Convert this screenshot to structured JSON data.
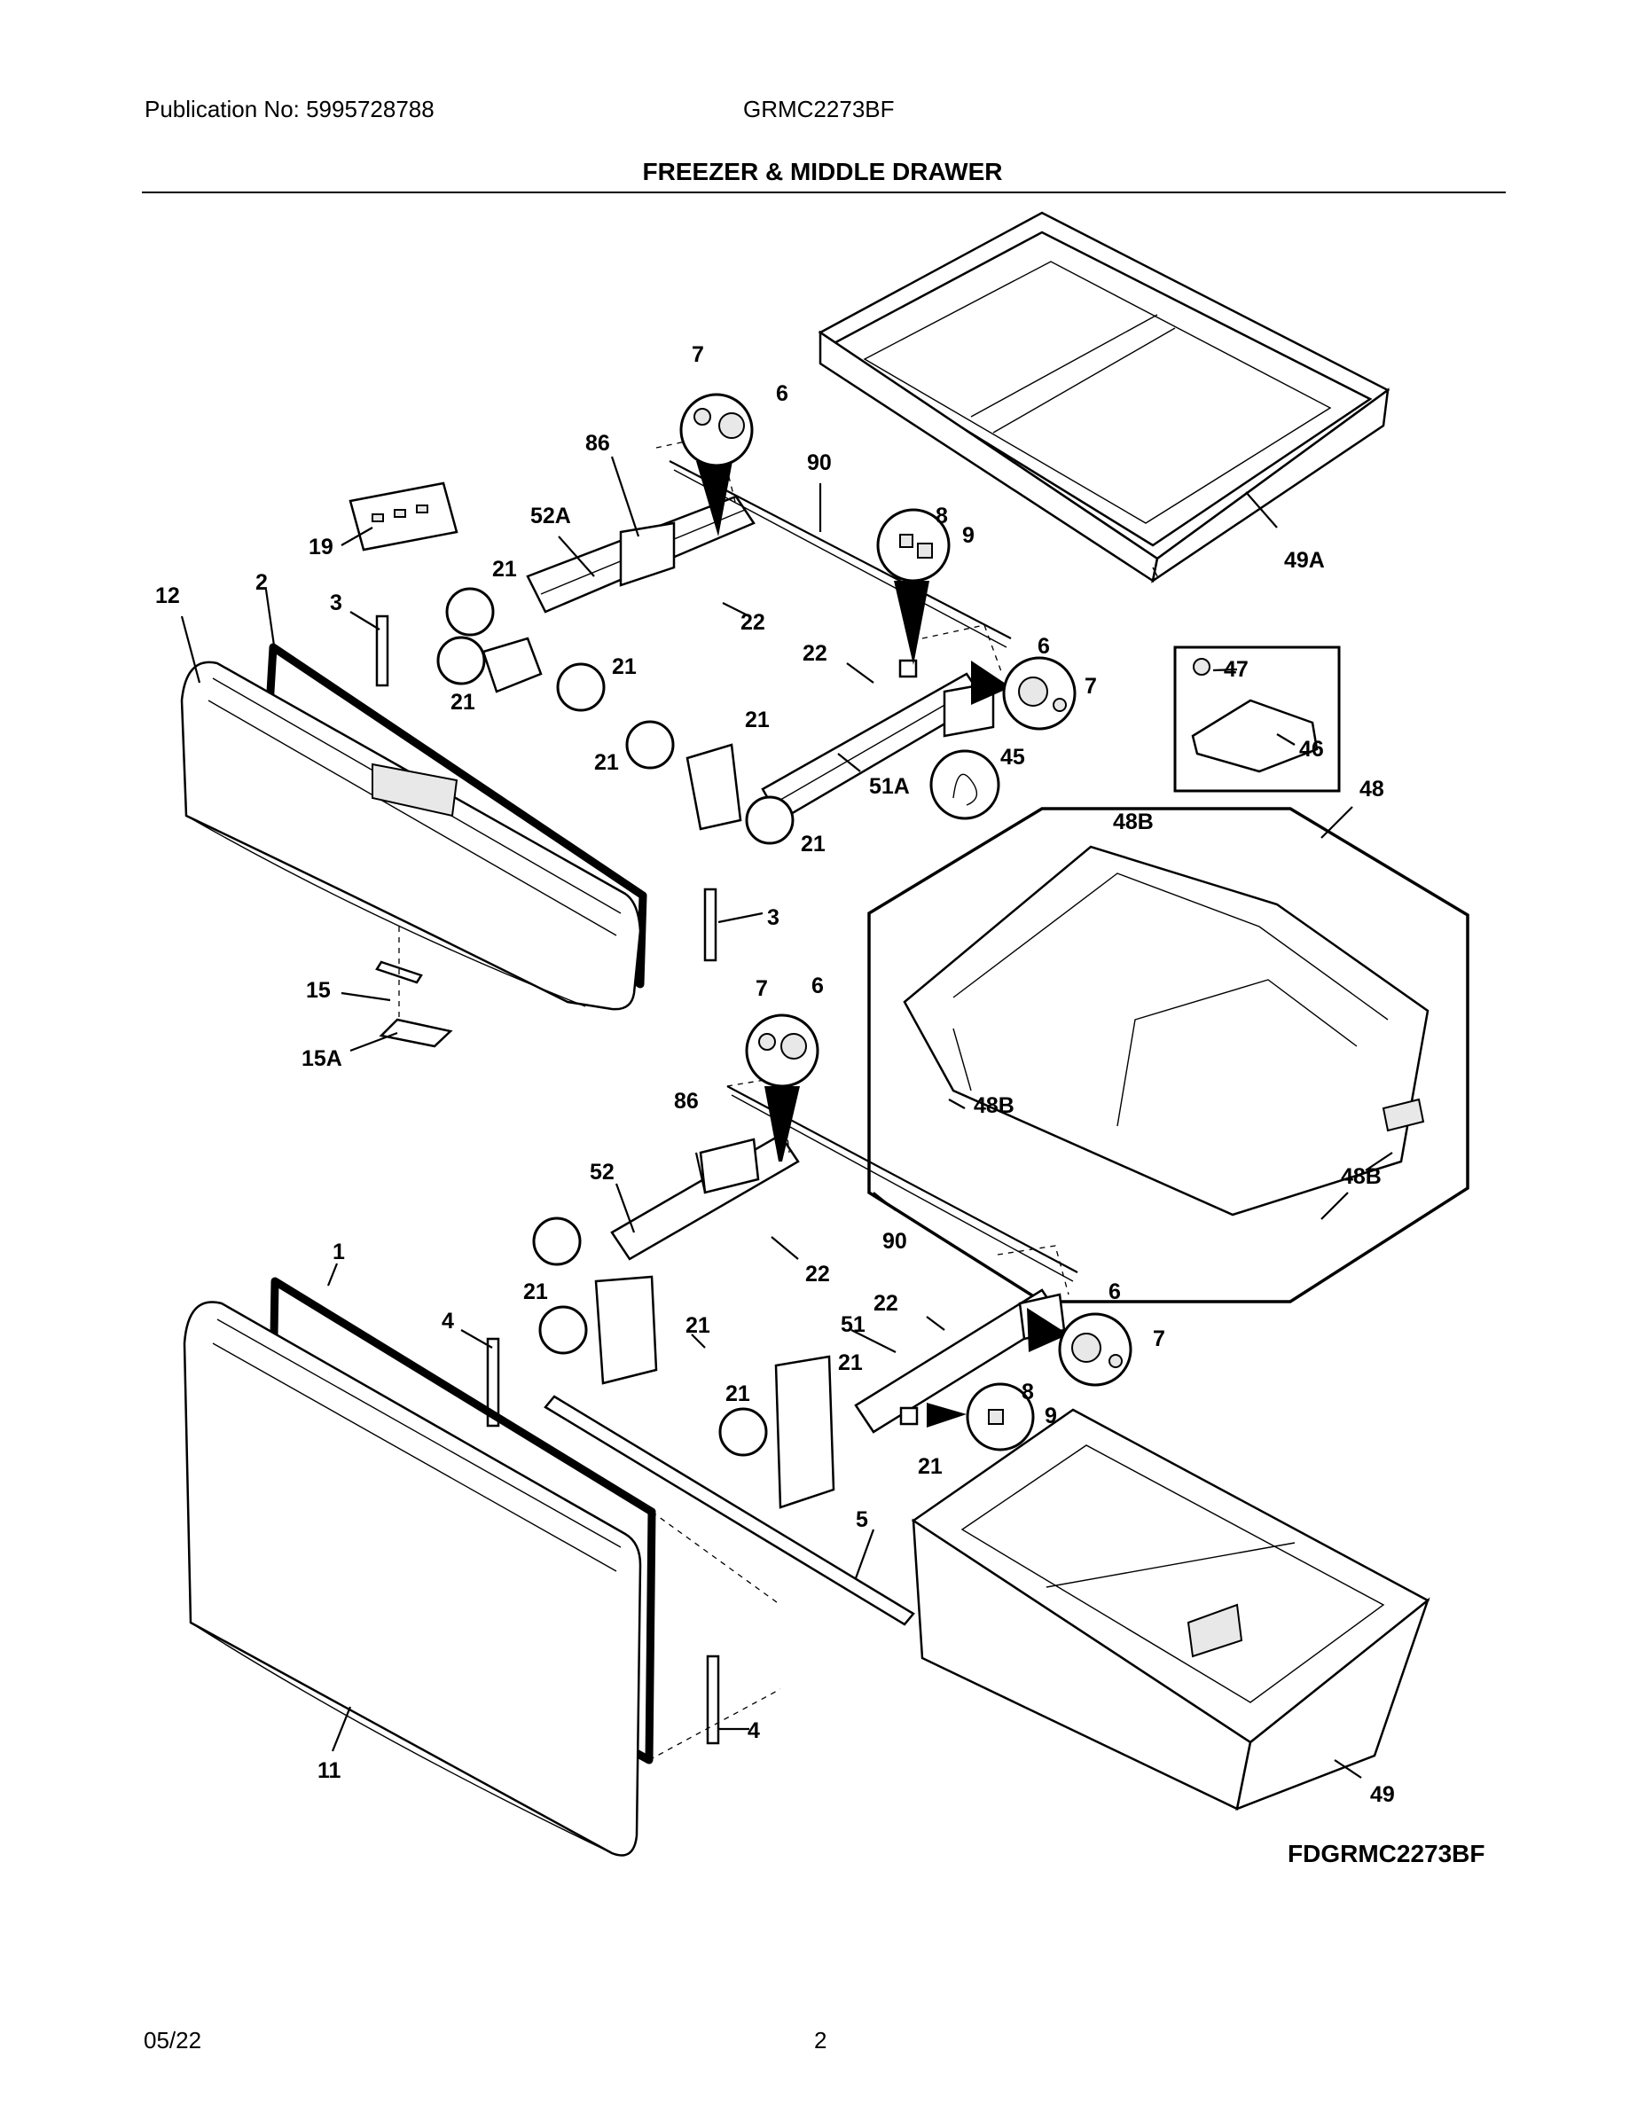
{
  "header": {
    "publication": "Publication No: 5995728788",
    "model": "GRMC2273BF",
    "title": "FREEZER & MIDDLE DRAWER"
  },
  "diagram": {
    "code": "FDGRMC2273BF",
    "callouts": {
      "c49A": "49A",
      "c90a": "90",
      "c86a": "86",
      "c7a": "7",
      "c6a": "6",
      "c52A": "52A",
      "c19": "19",
      "c21a": "21",
      "c21b": "21",
      "c21c": "21",
      "c22a": "22",
      "c8a": "8",
      "c9a": "9",
      "c12": "12",
      "c2": "2",
      "c3a": "3",
      "c21d": "21",
      "c22b": "22",
      "c6b": "6",
      "c7b": "7",
      "c47": "47",
      "c46": "46",
      "c21e": "21",
      "c51A": "51A",
      "c45": "45",
      "c48": "48",
      "c48Ba": "48B",
      "c21f": "21",
      "c3b": "3",
      "c15": "15",
      "c15A": "15A",
      "c7c": "7",
      "c6c": "6",
      "c48Bb": "48B",
      "c86b": "86",
      "c48Bc": "48B",
      "c52": "52",
      "c90b": "90",
      "c21g": "21",
      "c22c": "22",
      "c1": "1",
      "c21h": "21",
      "c6d": "6",
      "c22d": "22",
      "c4a": "4",
      "c51": "51",
      "c7d": "7",
      "c21i": "21",
      "c8b": "8",
      "c21j": "21",
      "c9b": "9",
      "c21k": "21",
      "c5": "5",
      "c4b": "4",
      "c11": "11",
      "c49": "49"
    }
  },
  "footer": {
    "date": "05/22",
    "page": "2"
  }
}
